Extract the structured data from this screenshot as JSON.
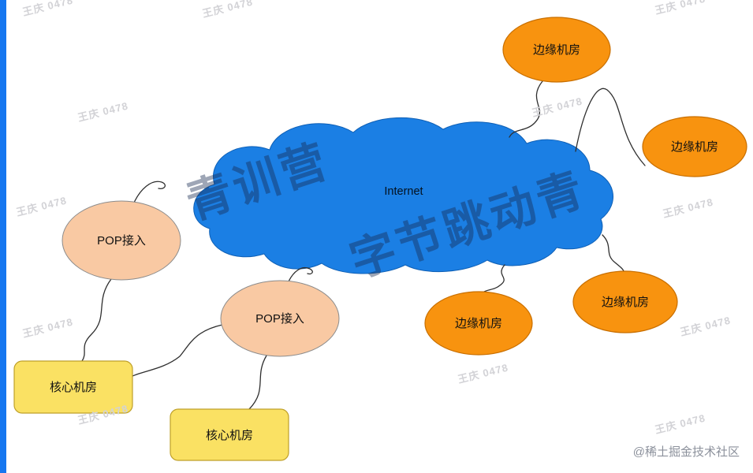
{
  "page": {
    "watermark_small": "王庆 0478",
    "watermark_big_left": "青训营",
    "watermark_big_right": "字节跳动青",
    "credit": "@稀土掘金技术社区",
    "left_strip_color": "#1677f0"
  },
  "diagram": {
    "internet_cloud": {
      "label": "Internet"
    },
    "edge_rooms": [
      {
        "label": "边缘机房"
      },
      {
        "label": "边缘机房"
      },
      {
        "label": "边缘机房"
      },
      {
        "label": "边缘机房"
      }
    ],
    "pop_nodes": [
      {
        "label": "POP接入"
      },
      {
        "label": "POP接入"
      }
    ],
    "core_rooms": [
      {
        "label": "核心机房"
      },
      {
        "label": "核心机房"
      }
    ],
    "colors": {
      "cloud_fill": "#1b7fe4",
      "edge_fill": "#f8930f",
      "pop_fill": "#f9c9a3",
      "core_fill": "#fae163"
    }
  }
}
